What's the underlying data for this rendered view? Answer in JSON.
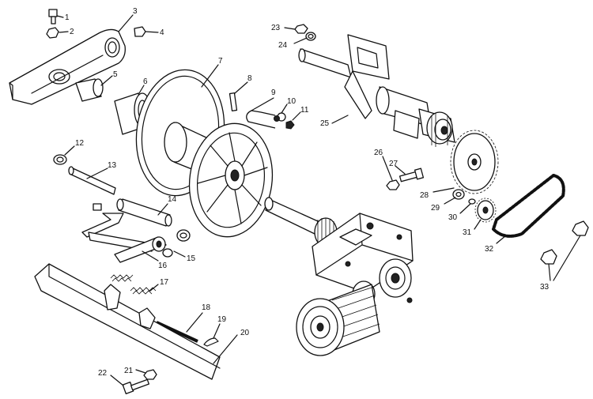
{
  "labels": {
    "p1": "1",
    "p2": "2",
    "p3": "3",
    "p4": "4",
    "p5": "5",
    "p6": "6",
    "p7": "7",
    "p8": "8",
    "p9": "9",
    "p10": "10",
    "p11": "11",
    "p12": "12",
    "p13": "13",
    "p14": "14",
    "p15": "15",
    "p16": "16",
    "p17": "17",
    "p18": "18",
    "p19": "19",
    "p20": "20",
    "p21": "21",
    "p22": "22",
    "p23": "23",
    "p24": "24",
    "p25": "25",
    "p26": "26",
    "p27": "27",
    "p28": "28",
    "p29": "29",
    "p30": "30",
    "p31": "31",
    "p32": "32",
    "p33": "33"
  }
}
